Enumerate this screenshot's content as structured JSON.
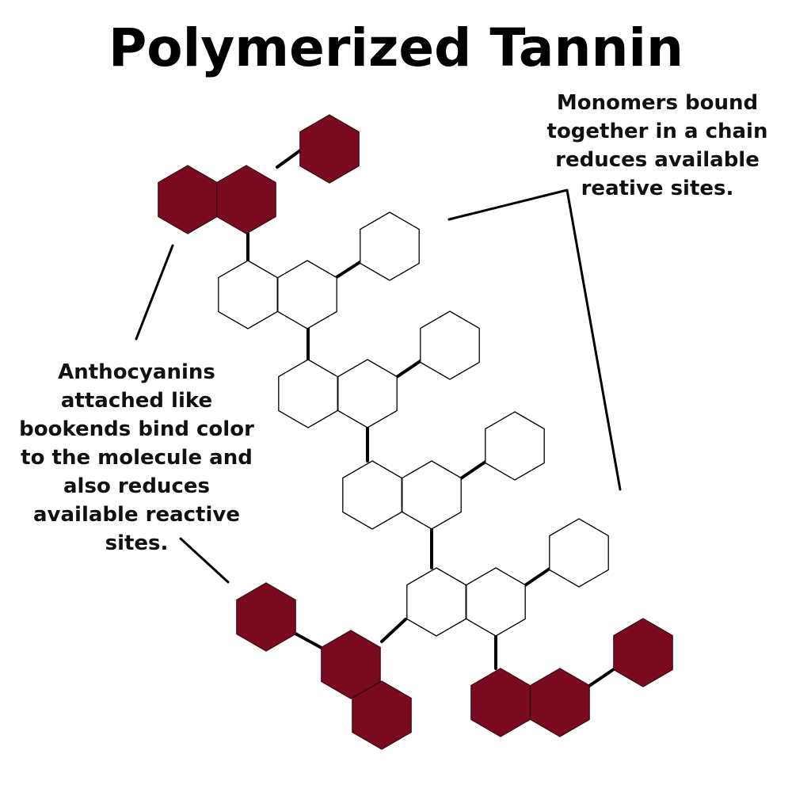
{
  "title": "Polymerized Tannin",
  "annotations": {
    "monomers": [
      "Monomers bound",
      "together in a chain",
      "reduces available",
      "reative sites."
    ],
    "anthocyanins": [
      "Anthocyanins",
      "attached like",
      "bookends bind color",
      "to the molecule and",
      "also reduces",
      "available reactive",
      "sites."
    ]
  },
  "colors": {
    "anthocyanin_fill": "#7a0a20",
    "tannin_fill": "#ffffff",
    "stroke": "#000000"
  }
}
